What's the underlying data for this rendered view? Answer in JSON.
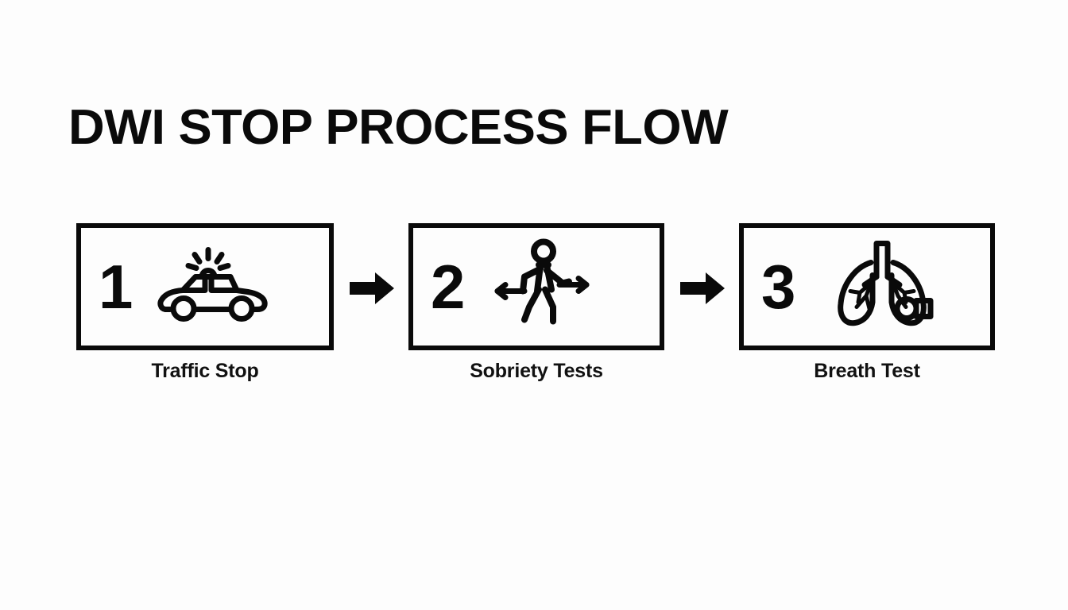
{
  "title": "DWI STOP PROCESS FLOW",
  "diagram": {
    "type": "process-flow",
    "orientation": "horizontal",
    "background_color": "#fdfdfd",
    "foreground_color": "#0a0a0a",
    "step_count": 3,
    "connector": "solid-black-right-arrow",
    "steps": [
      {
        "number": "1",
        "label": "Traffic Stop",
        "icon": "police-car-icon",
        "icon_description": "side view of a patrol car with a flashing roof light emitting rays"
      },
      {
        "number": "2",
        "label": "Sobriety Tests",
        "icon": "walking-person-icon",
        "icon_description": "outlined walking figure with left and right balance arrows"
      },
      {
        "number": "3",
        "label": "Breath Test",
        "icon": "lungs-breathalyzer-icon",
        "icon_description": "pair of lungs with trachea and a breathalyzer mouthpiece attached"
      }
    ],
    "arrows": [
      {
        "name": "arrow-step-1-to-2",
        "direction": "right"
      },
      {
        "name": "arrow-step-2-to-3",
        "direction": "right"
      }
    ]
  }
}
